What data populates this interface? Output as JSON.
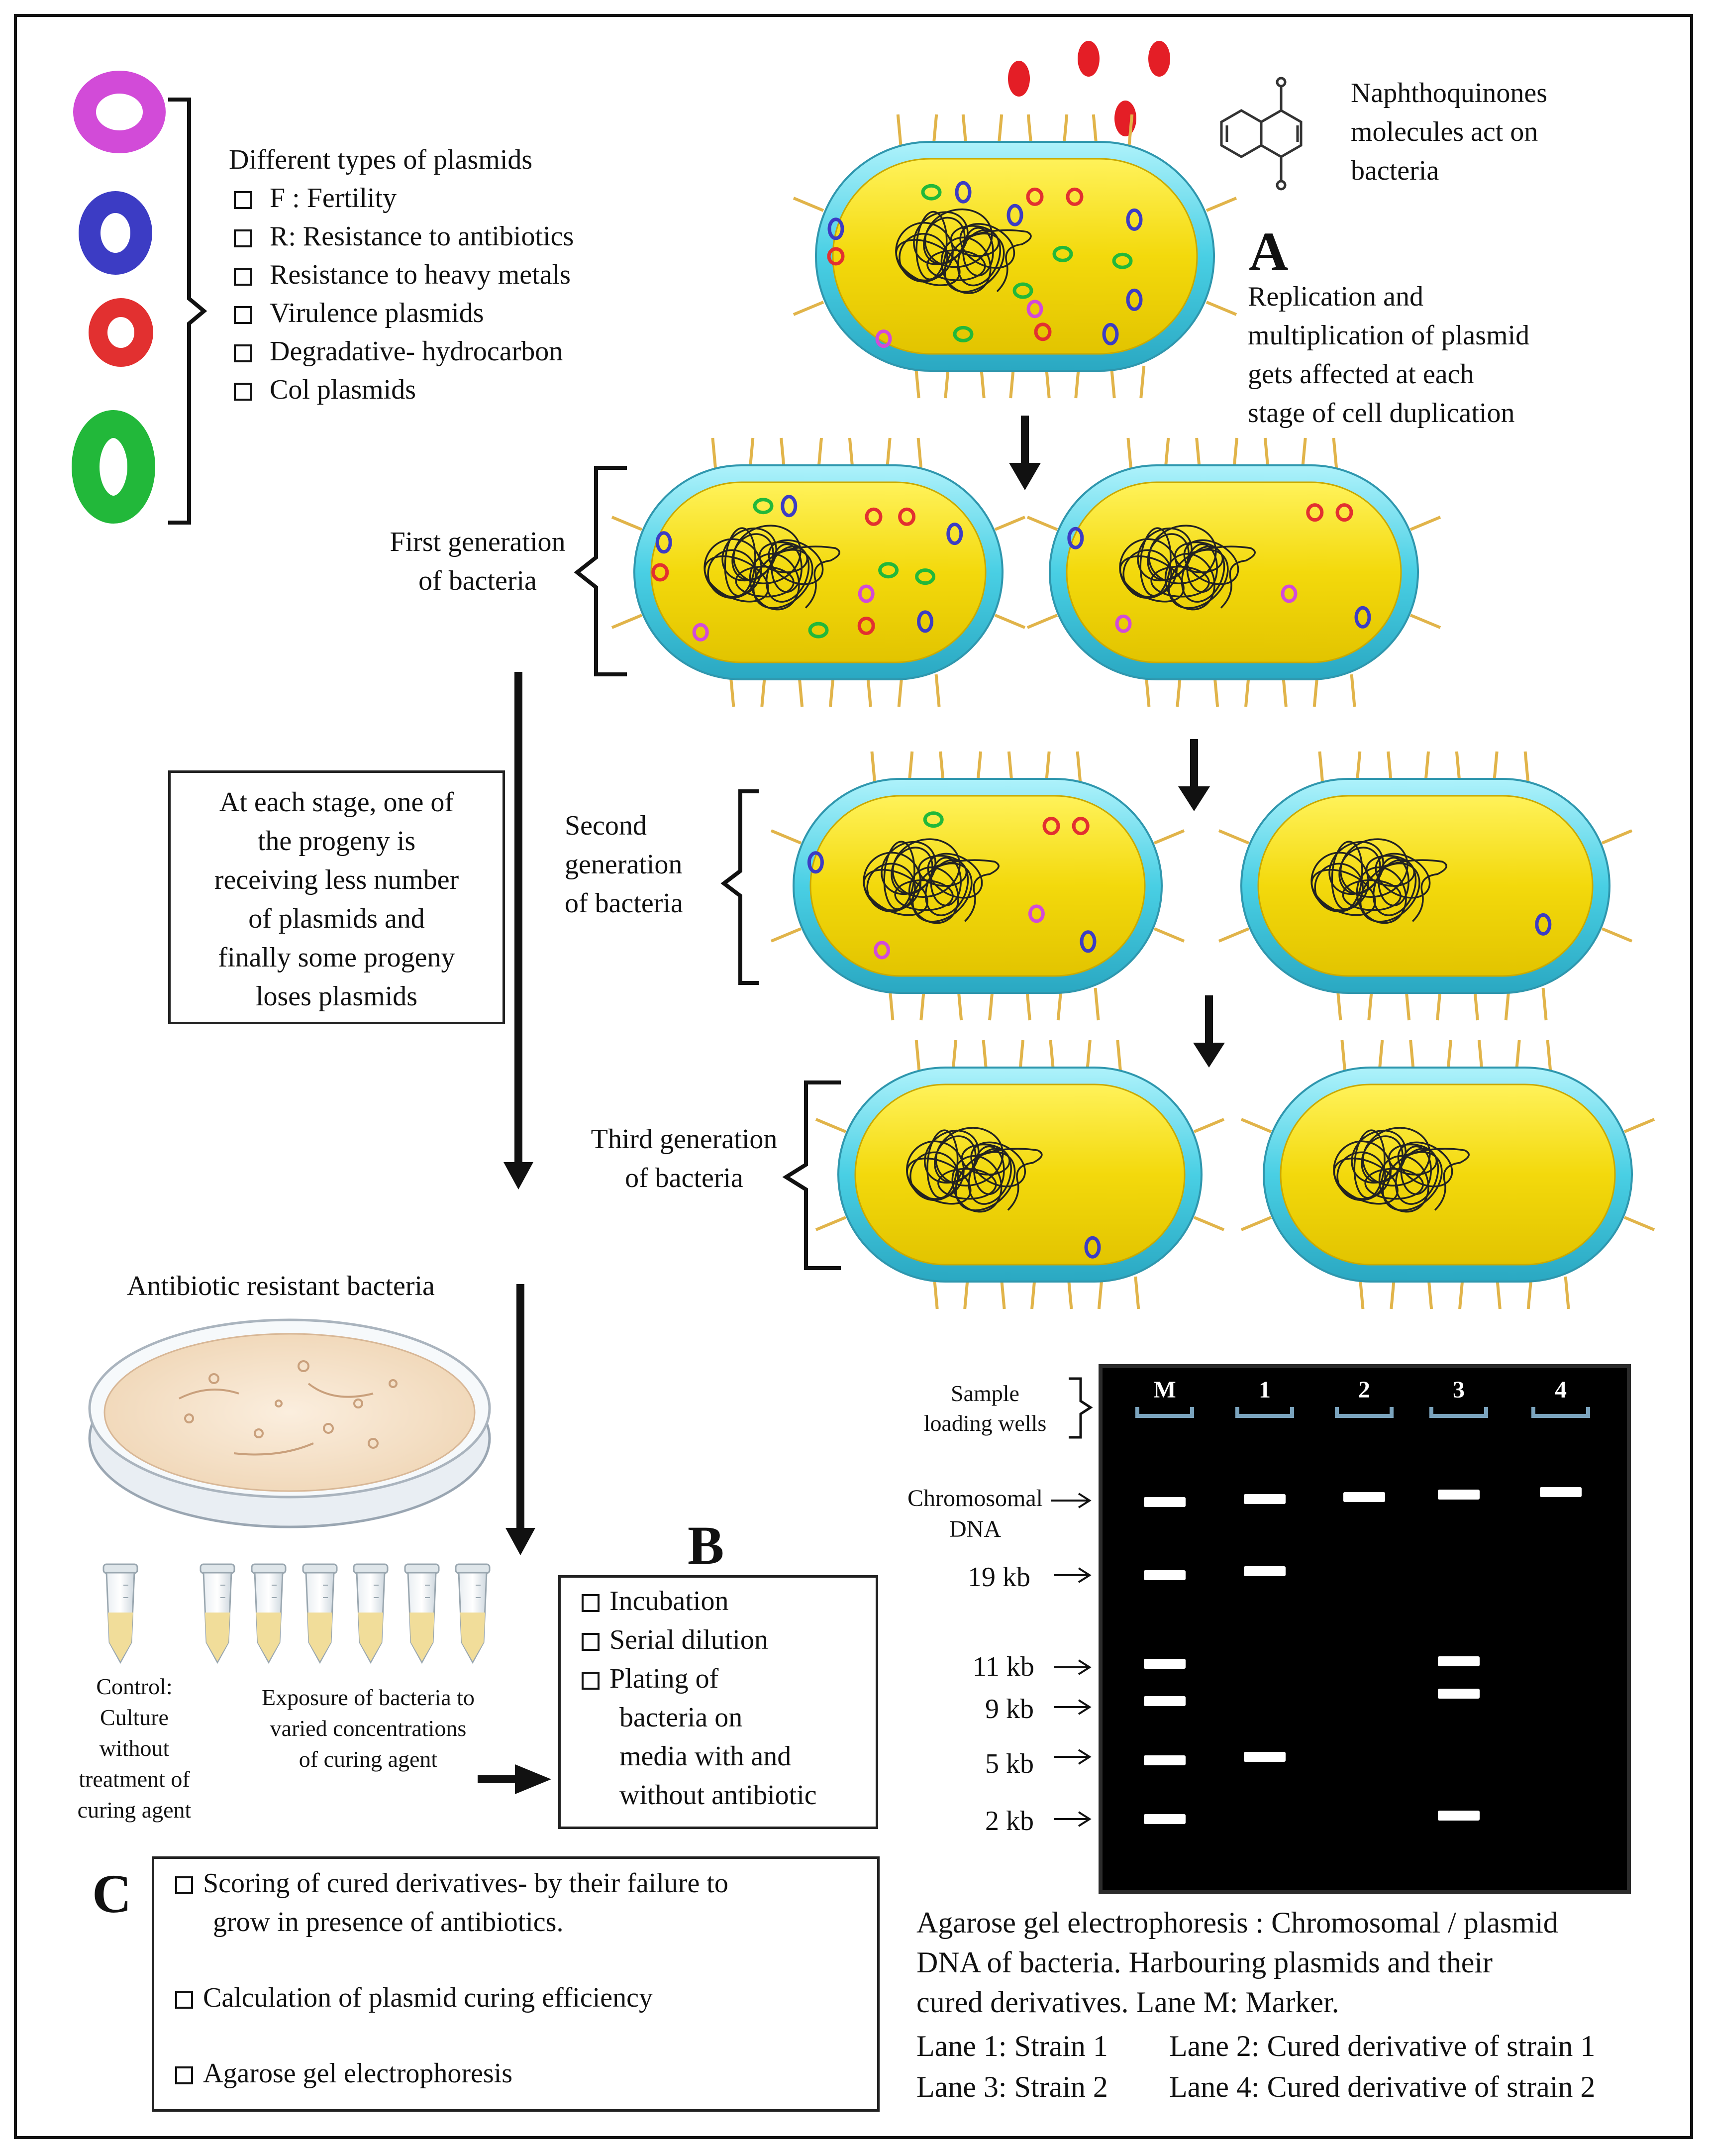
{
  "plasmid_types": {
    "heading": "Different  types of plasmids",
    "items": [
      "F : Fertility",
      "R: Resistance  to antibiotics",
      "Resistance  to heavy metals",
      "Virulence  plasmids",
      "Degradative-  hydrocarbon",
      "Col plasmids"
    ],
    "ring_colors": [
      "#d24bd8",
      "#3c3cc4",
      "#e23030",
      "#22b83a"
    ]
  },
  "naphtho_text": [
    "Naphthoquinones",
    "molecules  act on",
    "bacteria"
  ],
  "label_A": "A",
  "label_B": "B",
  "label_C": "C",
  "replication_text": [
    "Replication  and",
    "multiplication  of plasmid",
    "gets affected at each",
    "stage of cell  duplication"
  ],
  "first_gen": [
    "First generation",
    "of bacteria"
  ],
  "second_gen": [
    "Second",
    "generation",
    "of bacteria"
  ],
  "third_gen": [
    "Third  generation",
    "of bacteria"
  ],
  "progeny_box": [
    "At each stage, one of",
    "the progeny is",
    "receiving  less number",
    "of plasmids  and",
    "finally  some progeny",
    "loses plasmids"
  ],
  "antibiotic_title": "Antibiotic  resistant  bacteria",
  "control_text": [
    "Control:",
    "Culture",
    "without",
    "treatment  of",
    "curing agent"
  ],
  "exposure_text": [
    "Exposure  of bacteria to",
    "varied concentrations",
    "of curing agent"
  ],
  "box_B": [
    "Incubation",
    "Serial  dilution",
    "Plating  of",
    "bacteria  on",
    "media with  and",
    "without  antibiotic"
  ],
  "box_C": [
    "Scoring of cured derivatives- by their failure to",
    "grow in presence of antibiotics.",
    "Calculation  of plasmid  curing  efficiency",
    "Agarose gel electrophoresis"
  ],
  "gel": {
    "wells_label": [
      "Sample",
      "loading wells"
    ],
    "lanes": [
      "M",
      "1",
      "2",
      "3",
      "4"
    ],
    "markers": [
      "Chromosomal",
      "DNA",
      "19 kb",
      "11 kb",
      "9 kb",
      "5 kb",
      "2 kb"
    ],
    "caption": [
      "Agarose gel electrophoresis : Chromosomal / plasmid",
      "DNA   of bacteria. Harbouring plasmids and their",
      "cured derivatives.  Lane M: Marker."
    ],
    "legend": [
      "Lane  1: Strain  1",
      "Lane  2: Cured derivative  of strain  1",
      "Lane  3: Strain  2",
      "Lane  4: Cured derivative  of strain  2"
    ]
  }
}
